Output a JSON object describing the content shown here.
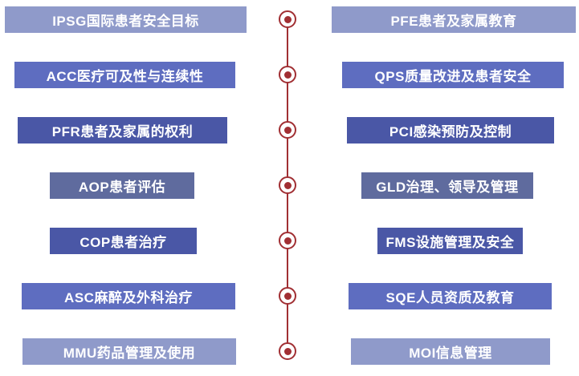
{
  "palette": {
    "box_light": "#8F9ACA",
    "box_medium": "#5E6DC0",
    "box_dark": "#4A57A6",
    "box_slate": "#5F6B9E",
    "timeline_red": "#A12F33",
    "box_text": "#FFFFFF"
  },
  "left_items": [
    {
      "label": "IPSG国际患者安全目标"
    },
    {
      "label": "ACC医疗可及性与连续性"
    },
    {
      "label": "PFR患者及家属的权利"
    },
    {
      "label": "AOP患者评估"
    },
    {
      "label": "COP患者治疗"
    },
    {
      "label": "ASC麻醉及外科治疗"
    },
    {
      "label": "MMU药品管理及使用"
    }
  ],
  "right_items": [
    {
      "label": "PFE患者及家属教育"
    },
    {
      "label": "QPS质量改进及患者安全"
    },
    {
      "label": "PCI感染预防及控制"
    },
    {
      "label": "GLD治理、领导及管理"
    },
    {
      "label": "FMS设施管理及安全"
    },
    {
      "label": "SQE人员资质及教育"
    },
    {
      "label": "MOI信息管理"
    }
  ]
}
